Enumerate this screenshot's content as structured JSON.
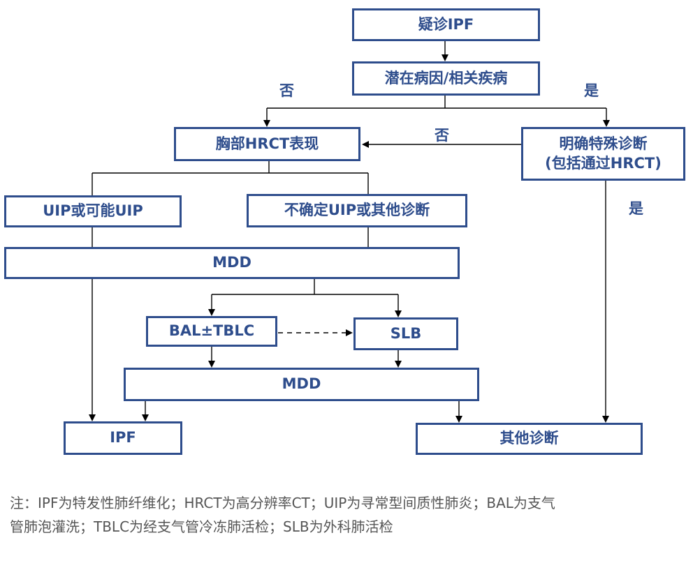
{
  "nodes": {
    "suspect_ipf": "疑诊IPF",
    "potential_cause": "潜在病因/相关疾病",
    "hrct": "胸部HRCT表现",
    "specific_dx_line1": "明确特殊诊断",
    "specific_dx_line2": "(包括通过HRCT)",
    "uip": "UIP或可能UIP",
    "uncertain": "不确定UIP或其他诊断",
    "mdd1": "MDD",
    "bal": "BAL±TBLC",
    "slb": "SLB",
    "mdd2": "MDD",
    "ipf": "IPF",
    "other_dx": "其他诊断"
  },
  "labels": {
    "no_left": "否",
    "yes_right": "是",
    "no_middle": "否",
    "yes_lower": "是"
  },
  "note": {
    "line1": "注：IPF为特发性肺纤维化；HRCT为高分辨率CT；UIP为寻常型间质性肺炎；BAL为支气",
    "line2": "管肺泡灌洗；TBLC为经支气管冷冻肺活检；SLB为外科肺活检"
  },
  "colors": {
    "box_border": "#2e4d8c",
    "text": "#2e4d8c",
    "line": "#000000",
    "note": "#555555"
  }
}
